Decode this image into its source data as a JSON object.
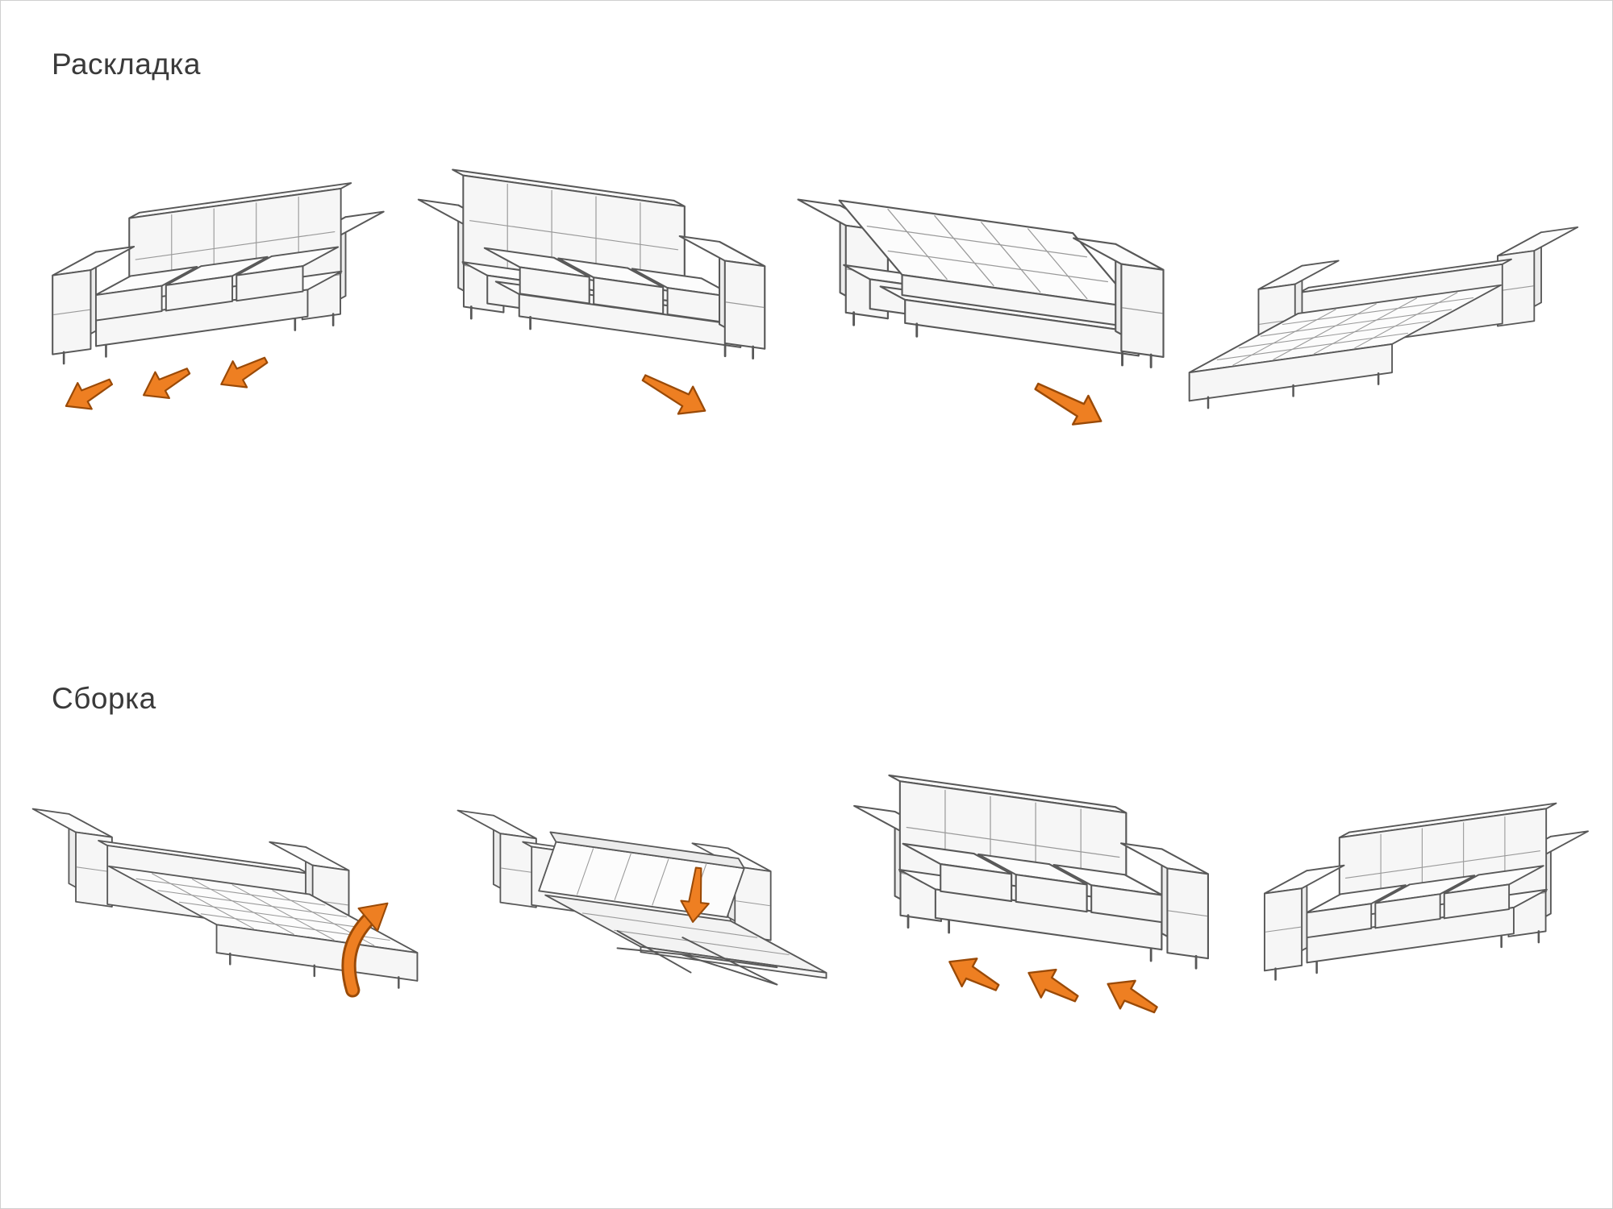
{
  "page": {
    "background": "#ffffff",
    "border_color": "#cfcfcf"
  },
  "colors": {
    "line": "#585858",
    "seam": "#9a9a9a",
    "arrow_fill": "#ee7f22",
    "arrow_outline": "#9a4a07"
  },
  "sections": [
    {
      "id": "unfold",
      "title": "Раскладка",
      "steps": [
        {
          "index": 1,
          "illustration": "sofa-closed",
          "arrows": "pull-out-three-arrows"
        },
        {
          "index": 2,
          "illustration": "sofa-seat-pulled-forward",
          "arrows": "pull-out-one-arrow"
        },
        {
          "index": 3,
          "illustration": "sofa-backrest-folding-down",
          "arrows": "pull-out-one-arrow"
        },
        {
          "index": 4,
          "illustration": "sofa-fully-unfolded-bed",
          "arrows": "none"
        }
      ]
    },
    {
      "id": "fold",
      "title": "Сборка",
      "steps": [
        {
          "index": 1,
          "illustration": "bed-lift-mattress-edge",
          "arrows": "curved-up-arrow"
        },
        {
          "index": 2,
          "illustration": "bed-frame-folding-down",
          "arrows": "down-arrow"
        },
        {
          "index": 3,
          "illustration": "sofa-push-base-in",
          "arrows": "push-in-three-arrows"
        },
        {
          "index": 4,
          "illustration": "sofa-assembled",
          "arrows": "none"
        }
      ]
    }
  ]
}
